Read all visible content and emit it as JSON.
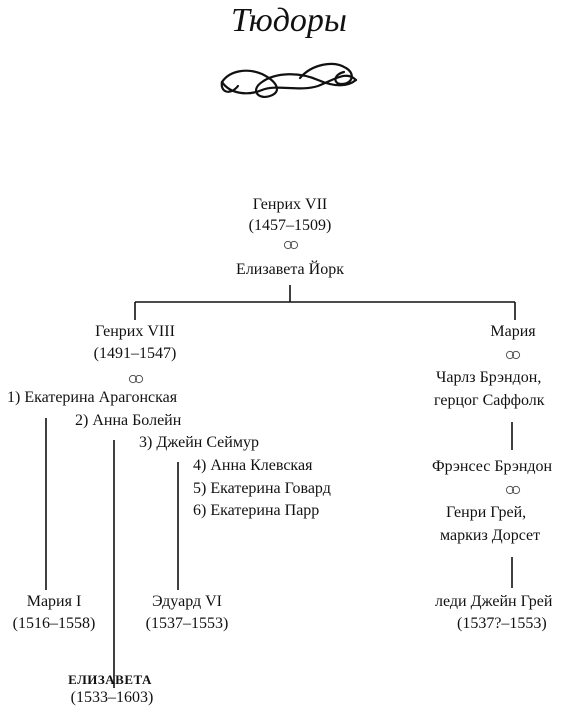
{
  "title": "Тюдоры",
  "nodes": {
    "henry7_name": "Генрих VII",
    "henry7_dates": "(1457–1509)",
    "elizabeth_york": "Елизавета Йорк",
    "henry8_name": "Генрих VIII",
    "henry8_dates": "(1491–1547)",
    "wives": [
      "1) Екатерина Арагонская",
      "2) Анна Болейн",
      "3) Джейн Сеймур",
      "4) Анна Клевская",
      "5) Екатерина Говард",
      "6) Екатерина Парр"
    ],
    "maria_sister": "Мария",
    "brandon_line1": "Чарлз Брэндон,",
    "brandon_line2": "герцог Саффолк",
    "frances": "Фрэнсес Брэндон",
    "grey_line1": "Генри Грей,",
    "grey_line2": "маркиз Дорсет",
    "mary1_name": "Мария I",
    "mary1_dates": "(1516–1558)",
    "edward6_name": "Эдуард VI",
    "edward6_dates": "(1537–1553)",
    "jane_grey_name": "леди Джейн Грей",
    "jane_grey_dates": "(1537?–1553)",
    "elizabeth_name": "ЕЛИЗАВЕТА",
    "elizabeth_dates": "(1533–1603)"
  }
}
